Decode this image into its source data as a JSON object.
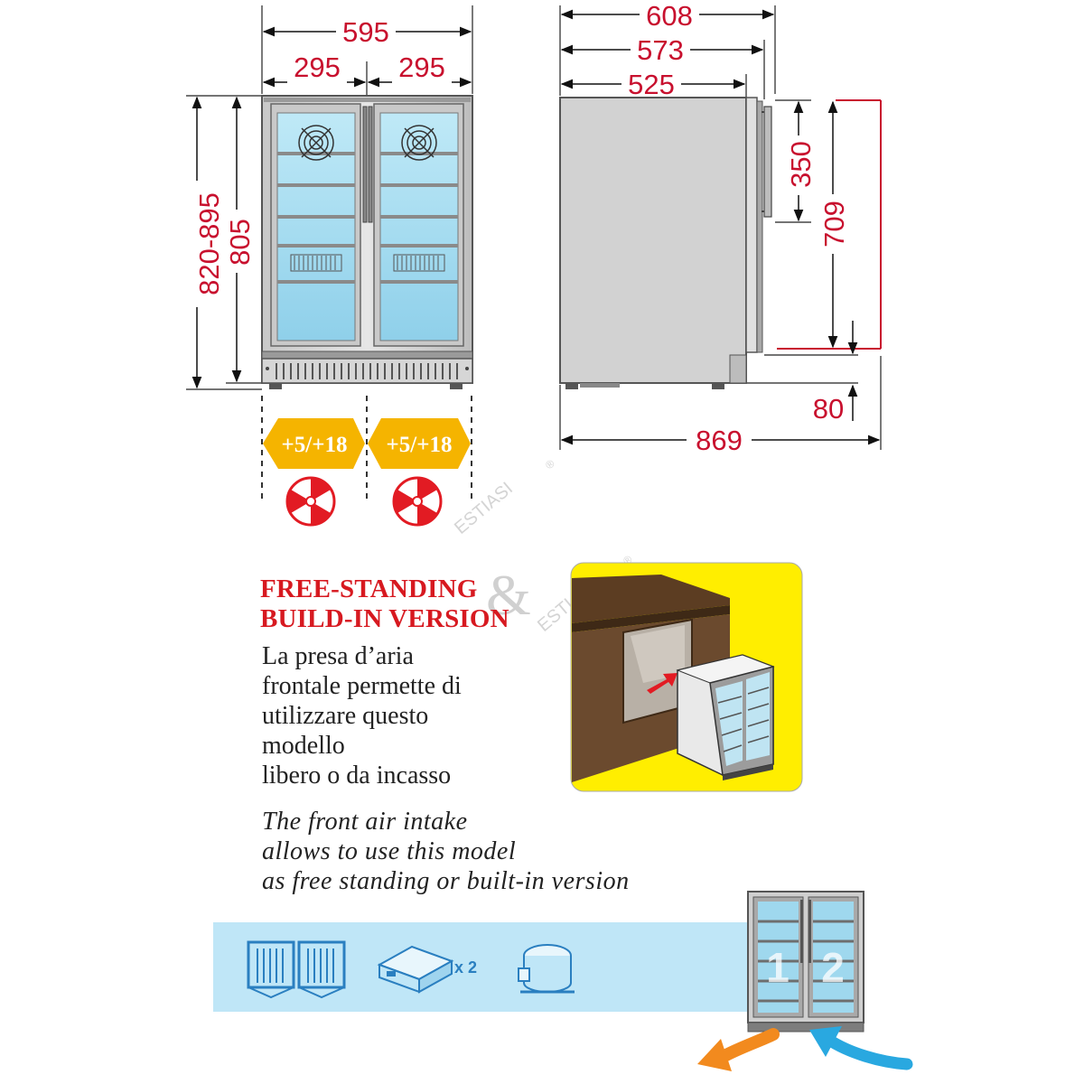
{
  "dimensions": {
    "front_total_width": "595",
    "front_left_width": "295",
    "front_right_width": "295",
    "front_height_range": "820-895",
    "front_height": "805",
    "side_total_depth": "608",
    "side_depth_mid": "573",
    "side_depth_body": "525",
    "handle_height": "350",
    "door_height": "709",
    "plinth_height": "80",
    "open_door_depth": "869"
  },
  "temperature_zones": [
    {
      "label": "+5/+18"
    },
    {
      "label": "+5/+18"
    }
  ],
  "watermark": {
    "brand": "ESTIASI",
    "registered": "®",
    "ampersand": "&"
  },
  "headline": {
    "line1": "FREE-STANDING",
    "line2": "BUILD-IN VERSION"
  },
  "italian_text": [
    "La presa d’aria",
    "frontale permette di",
    "utilizzare questo",
    "modello",
    "libero o da incasso"
  ],
  "english_text": [
    "The front air intake",
    "allows to use this model",
    "as free standing or built-in version"
  ],
  "features": {
    "fan_count": "x 2",
    "zone_badges": [
      "1",
      "2"
    ]
  },
  "colors": {
    "dimension_red": "#c8102e",
    "headline_red": "#d71920",
    "zone_arrow_yellow": "#f5b400",
    "feature_bar_blue": "#bfe6f7",
    "glass_blue": "#9fd8ee",
    "inset_yellow": "#ffee00",
    "cabinet_brown": "#6b4a2e",
    "airflow_out_orange": "#f28a1e",
    "airflow_in_blue": "#29a8e0"
  }
}
